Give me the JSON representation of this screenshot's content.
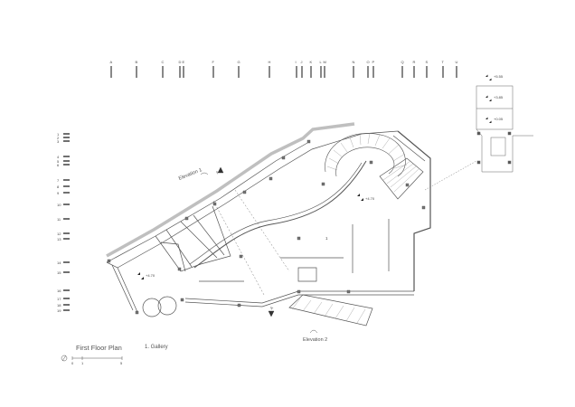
{
  "title": "First Floor Plan",
  "legend": [
    "1. Gallery"
  ],
  "room_number": "1",
  "elevations": {
    "e1": "Elevation 1",
    "e2": "Elevation 2"
  },
  "section_marks": {
    "upper": "A",
    "lower": "A"
  },
  "levels": {
    "main": "+4.70",
    "side": "+4.70",
    "t1": "+5.55",
    "t2": "+3.85",
    "t3": "+0.05"
  },
  "scale_labels": [
    "0",
    "1",
    "5"
  ],
  "grid_columns": [
    "A",
    "B",
    "C",
    "D",
    "E",
    "F",
    "G",
    "H",
    "I",
    "J",
    "K",
    "L",
    "M",
    "N",
    "O",
    "P",
    "Q",
    "R",
    "S",
    "T",
    "U"
  ],
  "grid_rows": [
    "1",
    "2",
    "3",
    "4",
    "5",
    "6",
    "7",
    "8",
    "9",
    "10",
    "11",
    "12",
    "13",
    "14",
    "15",
    "16",
    "17",
    "18",
    "19"
  ],
  "colors": {
    "line": "#555555",
    "wall": "#8a8a8a",
    "hatch": "#bbbbbb"
  }
}
